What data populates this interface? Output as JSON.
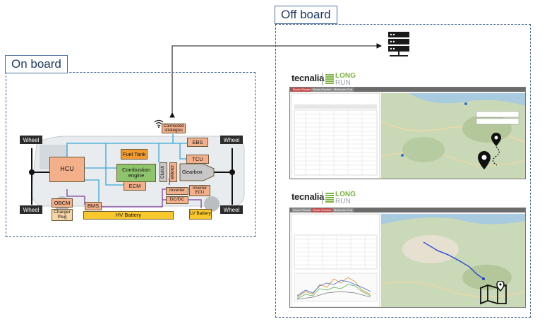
{
  "regions": {
    "on_board": "On board",
    "off_board": "Off board"
  },
  "components": {
    "connected_strategies": "Connected strategies",
    "ebs": "EBS",
    "tcu": "TCU",
    "fuel_tank": "Fuel Tank",
    "hcu": "HCU",
    "combustion_engine": "Combustion engine",
    "clutch": "Clutch",
    "emotor": "eMotor",
    "gearbox": "Gearbox",
    "ecm": "ECM",
    "inverter": "Inverter",
    "inverter_ecu": "Inverter ECU",
    "dcdc": "DC/DC",
    "obcm": "OBCM",
    "bms": "BMS",
    "charger_plug": "Charger Plug",
    "hv_battery": "HV Battery",
    "lv_battery": "LV Battery",
    "wheel": "Wheel"
  },
  "logos": {
    "brand": "tecnalia",
    "product_long": "LONG",
    "product_run": "RUN"
  },
  "screens": {
    "top_tabs": [
      "Route Planner",
      "Route Checker",
      "Multiroute Tool"
    ],
    "bottom_tabs": [
      "Route Planner",
      "Route Checker",
      "Multiroute Tool"
    ]
  },
  "icons": {
    "server": "server-icon",
    "wifi": "wifi-icon",
    "map": "map-icon",
    "pin": "map-pin-icon"
  },
  "colors": {
    "dashed_border": "#3a5f8f",
    "can_bus": "#3aa9d8",
    "hv_line": "#7b3fa0",
    "component": "#f3b08a",
    "battery": "#f9c82c",
    "engine": "#8ec46b"
  }
}
